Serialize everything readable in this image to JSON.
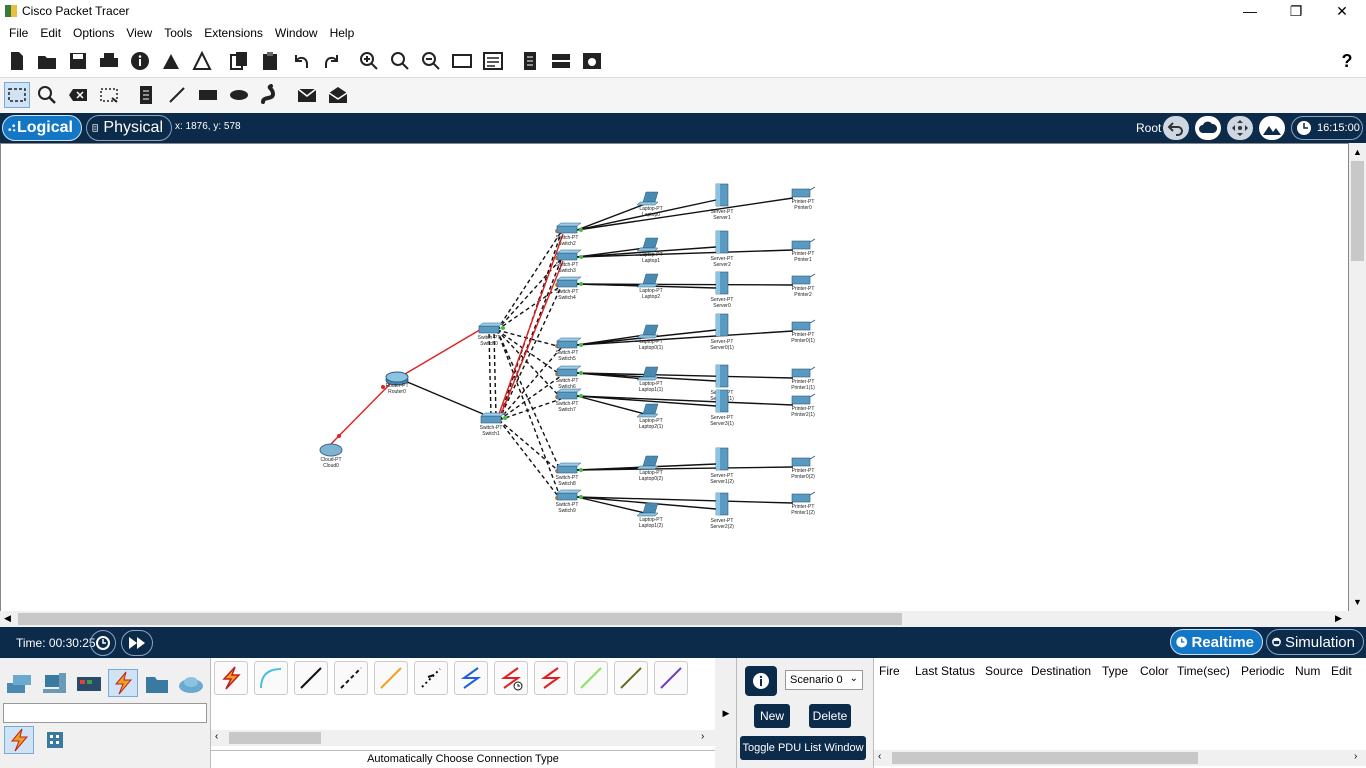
{
  "window": {
    "title": "Cisco Packet Tracer",
    "minimize": "—",
    "restore": "❐",
    "close": "✕"
  },
  "menu": [
    "File",
    "Edit",
    "Options",
    "View",
    "Tools",
    "Extensions",
    "Window",
    "Help"
  ],
  "toolbar": {
    "help_label": "?"
  },
  "modebar": {
    "logical_label": "Logical",
    "physical_label": "Physical",
    "coords": "x: 1876, y: 578",
    "root_label": "Root",
    "clock": "16:15:00"
  },
  "status": {
    "time": "Time: 00:30:25",
    "realtime_label": "Realtime",
    "simulation_label": "Simulation"
  },
  "bottom": {
    "connection_type": "Automatically Choose Connection Type",
    "scenario_value": "Scenario 0",
    "new_label": "New",
    "delete_label": "Delete",
    "toggle_pdu_label": "Toggle PDU List Window",
    "pdu_columns": [
      "Fire",
      "Last Status",
      "Source",
      "Destination",
      "Type",
      "Color",
      "Time(sec)",
      "Periodic",
      "Num",
      "Edit"
    ],
    "search_value": ""
  },
  "topology": {
    "cloud": {
      "label": "Cloud-PT\nCloud0"
    },
    "router": {
      "label": "Router-PT\nRouter0"
    },
    "switches_core": [
      "Switch0",
      "Switch1"
    ],
    "switch_labels": [
      "Switch2",
      "Switch3",
      "Switch4",
      "Switch5",
      "Switch6",
      "Switch7",
      "Switch8",
      "Switch9"
    ],
    "laptops": [
      "Laptop0",
      "Laptop1",
      "Laptop2",
      "Laptop0(1)",
      "Laptop1(1)",
      "Laptop2(1)",
      "Laptop0(2)",
      "Laptop1(2)"
    ],
    "servers": [
      "Server1",
      "Server2",
      "Server0",
      "Server0(1)",
      "Server2(1)",
      "Server3(1)",
      "Server1(2)",
      "Server2(2)"
    ],
    "printers": [
      "Printer0",
      "Printer1",
      "Printer2",
      "Printer0(1)",
      "Printer1(1)",
      "Printer2(1)",
      "Printer0(2)",
      "Printer1(2)"
    ]
  },
  "colors": {
    "navy": "#0c2a4a",
    "accent": "#1477c6",
    "link_red": "#e02020"
  }
}
